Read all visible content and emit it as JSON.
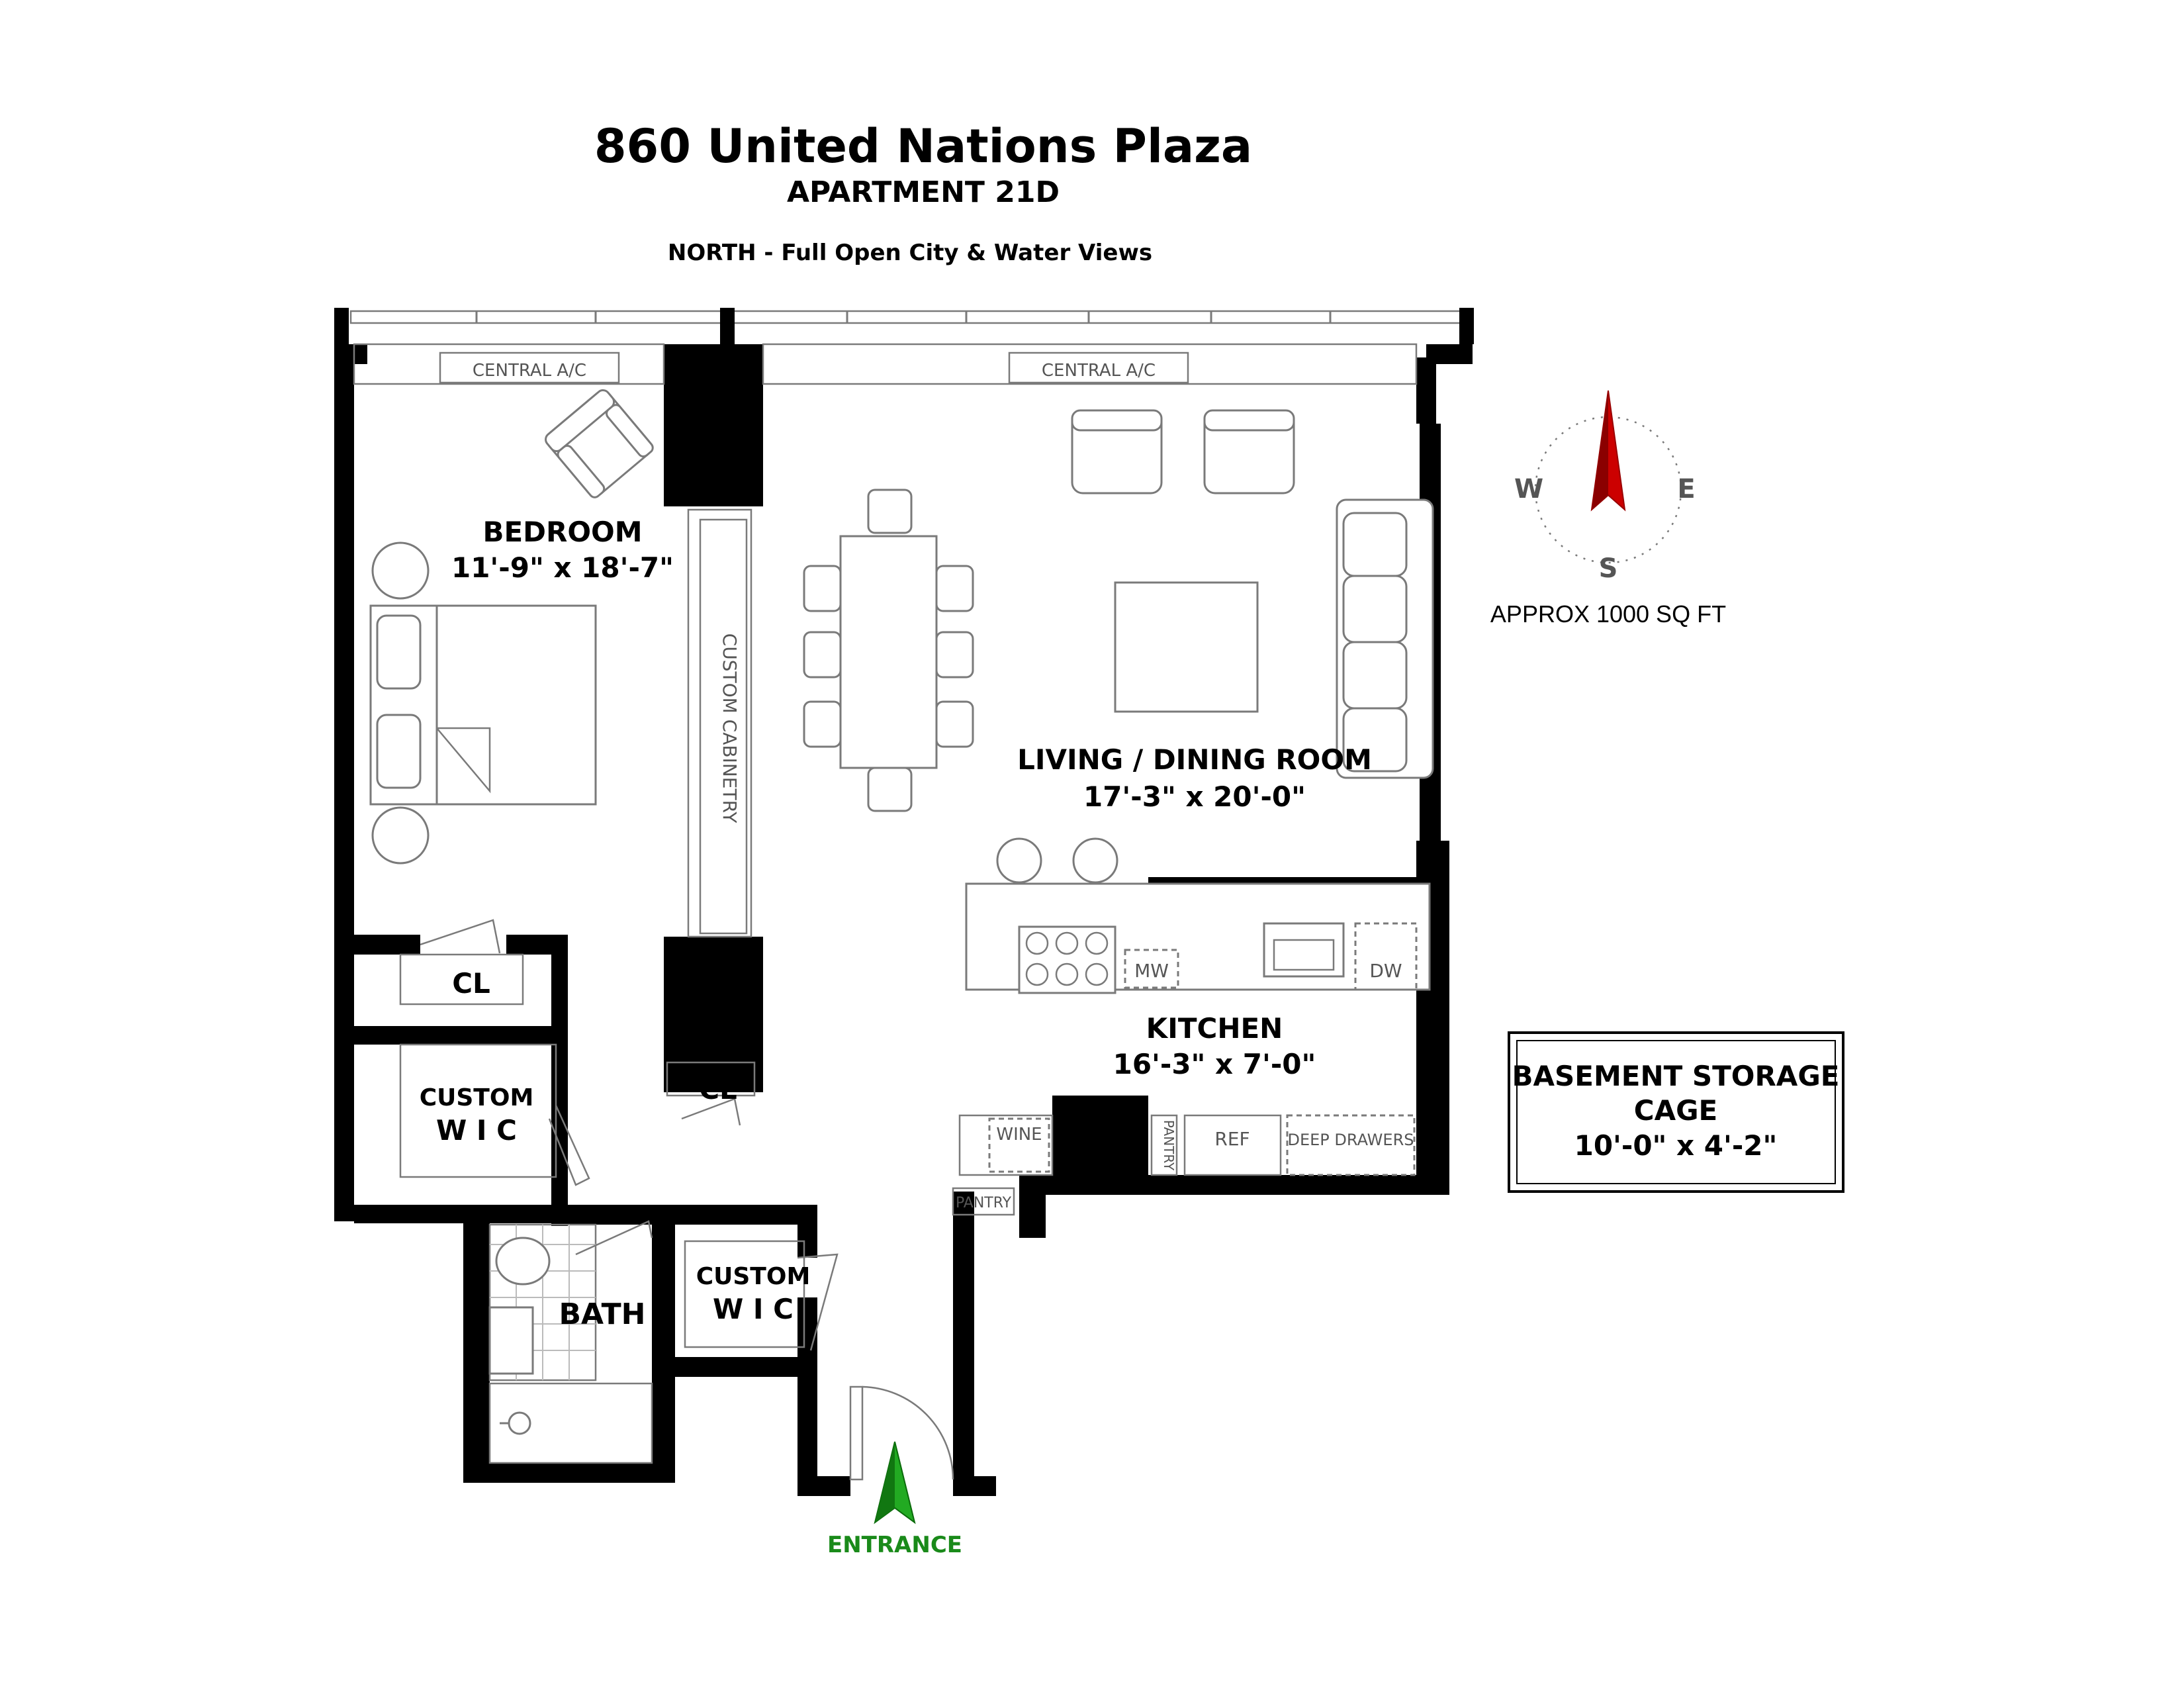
{
  "header": {
    "title": "860 United Nations Plaza",
    "subtitle": "APARTMENT 21D",
    "view_note": "NORTH - Full Open City & Water Views"
  },
  "area": "APPROX 1000 SQ FT",
  "compass": {
    "west": "W",
    "east": "E",
    "south": "S",
    "needle_color": "#cc0000"
  },
  "entrance": {
    "label": "ENTRANCE",
    "color": "#1a8a1a"
  },
  "rooms": {
    "bedroom": {
      "name": "BEDROOM",
      "dims": "11'-9\" x 18'-7\""
    },
    "living": {
      "name": "LIVING / DINING ROOM",
      "dims": "17'-3\" x 20'-0\""
    },
    "kitchen": {
      "name": "KITCHEN",
      "dims": "16'-3\" x 7'-0\""
    },
    "closet_1": "CL",
    "closet_2": "CL",
    "wic_1": {
      "line1": "CUSTOM",
      "line2": "W I C"
    },
    "wic_2": {
      "line1": "CUSTOM",
      "line2": "W I C"
    },
    "bath": "BATH"
  },
  "fixtures": {
    "ac_left": "CENTRAL A/C",
    "ac_right": "CENTRAL A/C",
    "cabinetry": "CUSTOM CABINETRY",
    "mw": "MW",
    "dw": "DW",
    "wine": "WINE",
    "pantry_vertical": "PANTRY",
    "pantry_small": "PANTRY",
    "ref": "REF",
    "deep_drawers": "DEEP DRAWERS"
  },
  "storage": {
    "line1": "BASEMENT STORAGE",
    "line2": "CAGE",
    "dims": "10'-0\" x 4'-2\""
  }
}
